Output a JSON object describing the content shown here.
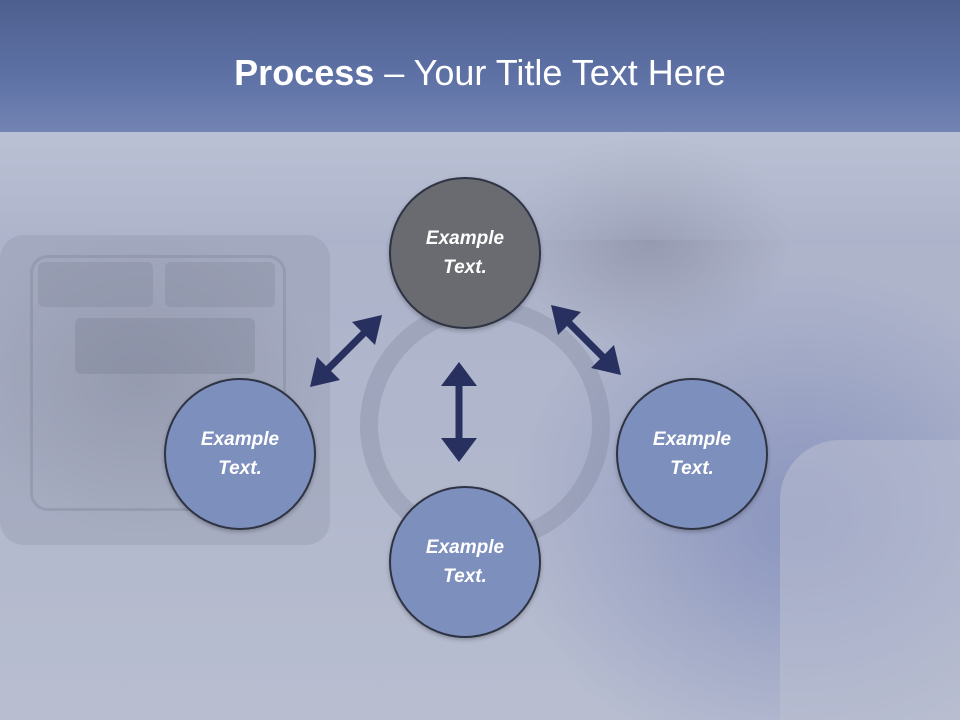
{
  "title": {
    "bold": "Process",
    "rest": " – Your Title Text Here"
  },
  "nodes": {
    "top": {
      "line1": "Example",
      "line2": "Text."
    },
    "left": {
      "line1": "Example",
      "line2": "Text."
    },
    "right": {
      "line1": "Example",
      "line2": "Text."
    },
    "bottom": {
      "line1": "Example",
      "line2": "Text."
    }
  },
  "colors": {
    "header": "#5f72a6",
    "center_node": "#696b70",
    "outer_node": "#7d8fbd",
    "arrow": "#27305e",
    "title_text": "#ffffff"
  }
}
